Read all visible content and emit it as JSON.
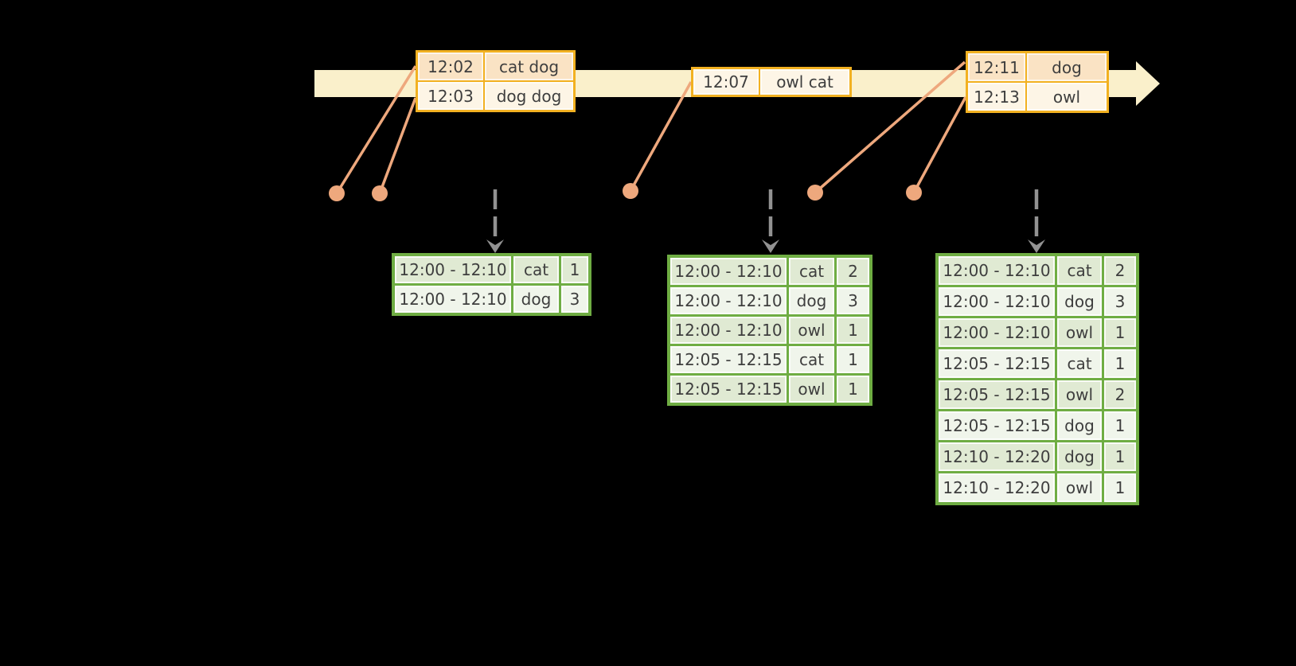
{
  "colors": {
    "background": "#000000",
    "timeline_fill": "#FAF0CB",
    "event_border": "#F2B121",
    "event_row_dark": "#FAE3C4",
    "event_row_light": "#FDF5E6",
    "marker": "#EEA87D",
    "trigger_arrow": "#929292",
    "result_border": "#6FAD43",
    "result_row_dark": "#E0EAD3",
    "result_row_light": "#F0F5EB",
    "text": "#3E3E3E"
  },
  "timeline": {
    "event_tables": [
      {
        "rows": [
          {
            "time": "12:02",
            "words": "cat dog"
          },
          {
            "time": "12:03",
            "words": "dog dog"
          }
        ]
      },
      {
        "rows": [
          {
            "time": "12:07",
            "words": "owl cat"
          }
        ]
      },
      {
        "rows": [
          {
            "time": "12:11",
            "words": "dog"
          },
          {
            "time": "12:13",
            "words": "owl"
          }
        ]
      }
    ],
    "arrival_marker_count": 5,
    "trigger_arrow_count": 3
  },
  "result_tables": [
    {
      "rows": [
        [
          "12:00 - 12:10",
          "cat",
          "1"
        ],
        [
          "12:00 - 12:10",
          "dog",
          "3"
        ]
      ]
    },
    {
      "rows": [
        [
          "12:00 - 12:10",
          "cat",
          "2"
        ],
        [
          "12:00 - 12:10",
          "dog",
          "3"
        ],
        [
          "12:00 - 12:10",
          "owl",
          "1"
        ],
        [
          "12:05 - 12:15",
          "cat",
          "1"
        ],
        [
          "12:05 - 12:15",
          "owl",
          "1"
        ]
      ]
    },
    {
      "rows": [
        [
          "12:00 - 12:10",
          "cat",
          "2"
        ],
        [
          "12:00 - 12:10",
          "dog",
          "3"
        ],
        [
          "12:00 - 12:10",
          "owl",
          "1"
        ],
        [
          "12:05 - 12:15",
          "cat",
          "1"
        ],
        [
          "12:05 - 12:15",
          "owl",
          "2"
        ],
        [
          "12:05 - 12:15",
          "dog",
          "1"
        ],
        [
          "12:10 - 12:20",
          "dog",
          "1"
        ],
        [
          "12:10 - 12:20",
          "owl",
          "1"
        ]
      ]
    }
  ]
}
